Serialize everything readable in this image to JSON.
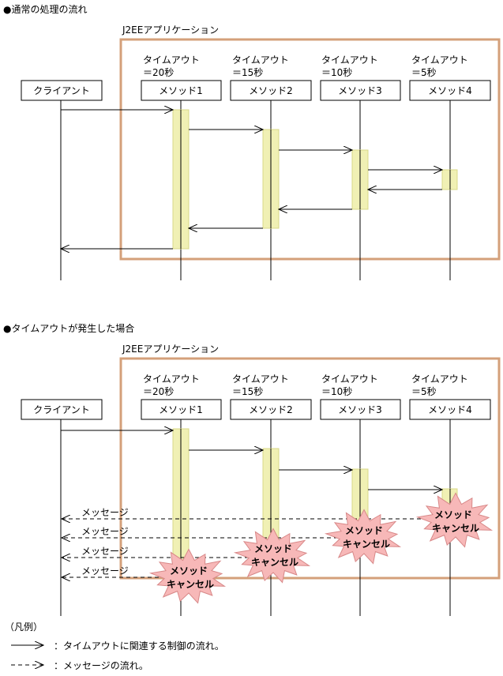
{
  "section1": {
    "heading": "●通常の処理の流れ",
    "container_label": "J2EEアプリケーション",
    "client_label": "クライアント",
    "methods": [
      {
        "timeout_line1": "タイムアウト",
        "timeout_line2": "＝20秒",
        "name": "メソッド1"
      },
      {
        "timeout_line1": "タイムアウト",
        "timeout_line2": "＝15秒",
        "name": "メソッド2"
      },
      {
        "timeout_line1": "タイムアウト",
        "timeout_line2": "＝10秒",
        "name": "メソッド3"
      },
      {
        "timeout_line1": "タイムアウト",
        "timeout_line2": "＝5秒",
        "name": "メソッド4"
      }
    ]
  },
  "section2": {
    "heading": "●タイムアウトが発生した場合",
    "container_label": "J2EEアプリケーション",
    "client_label": "クライアント",
    "methods": [
      {
        "timeout_line1": "タイムアウト",
        "timeout_line2": "＝20秒",
        "name": "メソッド1"
      },
      {
        "timeout_line1": "タイムアウト",
        "timeout_line2": "＝15秒",
        "name": "メソッド2"
      },
      {
        "timeout_line1": "タイムアウト",
        "timeout_line2": "＝10秒",
        "name": "メソッド3"
      },
      {
        "timeout_line1": "タイムアウト",
        "timeout_line2": "＝5秒",
        "name": "メソッド4"
      }
    ],
    "messages": [
      "メッセージ",
      "メッセージ",
      "メッセージ",
      "メッセージ"
    ],
    "cancel_bursts": [
      {
        "line1": "メソッド",
        "line2": "キャンセル"
      },
      {
        "line1": "メソッド",
        "line2": "キャンセル"
      },
      {
        "line1": "メソッド",
        "line2": "キャンセル"
      },
      {
        "line1": "メソッド",
        "line2": "キャンセル"
      }
    ]
  },
  "legend": {
    "title": "（凡例）",
    "solid_desc": "：タイムアウトに関連する制御の流れ。",
    "dashed_desc": "：メッセージの流れ。"
  },
  "colors": {
    "container_border": "#d4a07a",
    "activation_fill": "#f0f0b4",
    "activation_stroke": "#d8d888",
    "burst_fill": "#f7b8b8",
    "burst_stroke": "#d88888"
  }
}
